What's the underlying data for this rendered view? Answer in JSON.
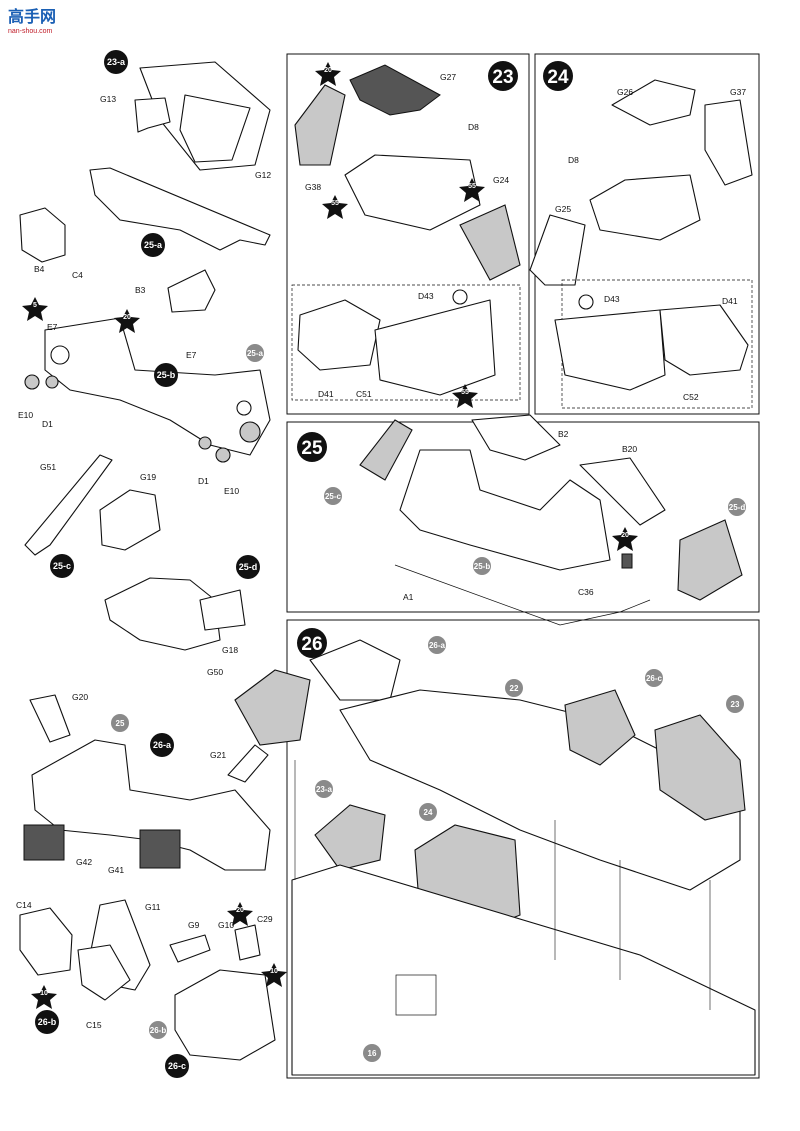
{
  "watermark": {
    "name": "高手网",
    "url": "nan-shou.com"
  },
  "colors": {
    "line": "#111111",
    "ref_circle": "#8a8a8a",
    "fill_gray": "#c8c8c8",
    "wm_blue": "#1a5fb4",
    "wm_red": "#c01c28"
  },
  "steps": {
    "s23": "23",
    "s24": "24",
    "s25": "25",
    "s26": "26"
  },
  "subs": {
    "a23": "23-a",
    "a25": "25-a",
    "b25": "25-b",
    "c25": "25-c",
    "d25": "25-d",
    "a26": "26-a",
    "b26": "26-b",
    "c26": "26-c"
  },
  "refs": {
    "r25a": "25-a",
    "r25c": "25-c",
    "r25b": "25-b",
    "r25d": "25-d",
    "r25": "25",
    "r26a": "26-a",
    "r22": "22",
    "r26c": "26-c",
    "r23": "23",
    "r23a": "23-a",
    "r24": "24",
    "r16": "16",
    "r26b": "26-b"
  },
  "stars": {
    "st20a": "20",
    "st55a": "55",
    "st55b": "55",
    "st55c": "55",
    "st5": "5",
    "st20b": "20",
    "st20c": "20",
    "st20d": "20",
    "st10a": "10",
    "st10b": "10"
  },
  "parts": {
    "G13": "G13",
    "G12": "G12",
    "B4": "B4",
    "C4": "C4",
    "B3": "B3",
    "E7a": "E7",
    "E10a": "E10",
    "D1a": "D1",
    "E7b": "E7",
    "D1b": "D1",
    "E10b": "E10",
    "G51": "G51",
    "G19": "G19",
    "G18": "G18",
    "G50": "G50",
    "G20": "G20",
    "G21": "G21",
    "G42": "G42",
    "G41": "G41",
    "C14": "C14",
    "G11": "G11",
    "C15": "C15",
    "G9": "G9",
    "G10": "G10",
    "C29": "C29",
    "G27": "G27",
    "D8a": "D8",
    "G38": "G38",
    "G24": "G24",
    "D43a": "D43",
    "D41a": "D41",
    "C51": "C51",
    "G26": "G26",
    "G37": "G37",
    "D8b": "D8",
    "G25": "G25",
    "D43b": "D43",
    "D41b": "D41",
    "C52": "C52",
    "B2": "B2",
    "B20": "B20",
    "C36": "C36",
    "A1": "A1"
  }
}
